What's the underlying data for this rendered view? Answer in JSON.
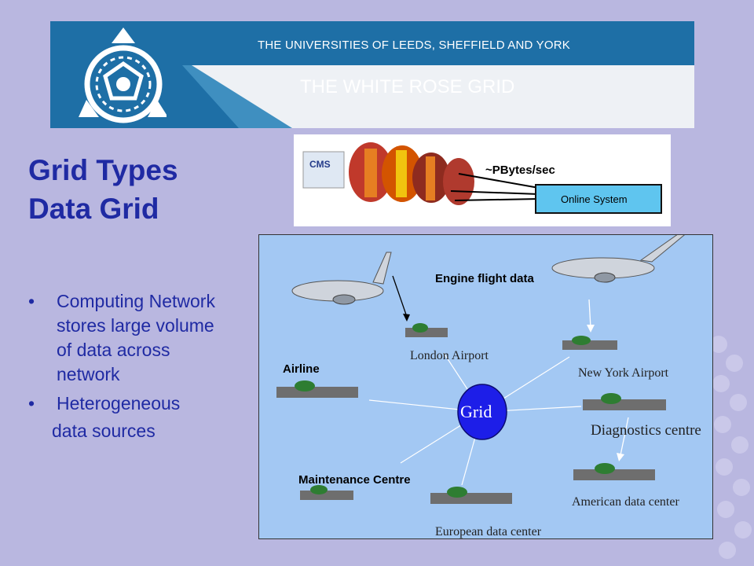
{
  "banner": {
    "line1": "THE UNIVERSITIES OF LEEDS, SHEFFIELD AND YORK",
    "line2": "THE WHITE ROSE GRID"
  },
  "slide": {
    "title_line1": "Grid Types",
    "title_line2": "Data Grid",
    "bullets": [
      "Computing Network stores large volume of data across network",
      "Heterogeneous"
    ],
    "bullet_continuation": "data sources",
    "bullet_symbol": "•"
  },
  "cms_image": {
    "logo_text": "CMS",
    "rate_label": "~PBytes/sec",
    "box_label": "Online System"
  },
  "diagram": {
    "hub_label": "Grid",
    "engine_label": "Engine flight data",
    "airline_label": "Airline",
    "maintenance_label": "Maintenance Centre",
    "london_label": "London Airport",
    "newyork_label": "New York Airport",
    "diagnostics_label": "Diagnostics centre",
    "american_label": "American data center",
    "european_label": "European data center"
  },
  "colors": {
    "background": "#b9b7e0",
    "title": "#1f2aa3",
    "banner_dark": "#1e6fa6",
    "banner_light": "#3f8fc0",
    "diagram_bg": "#a3c8f3",
    "hub": "#1d1ee8"
  }
}
